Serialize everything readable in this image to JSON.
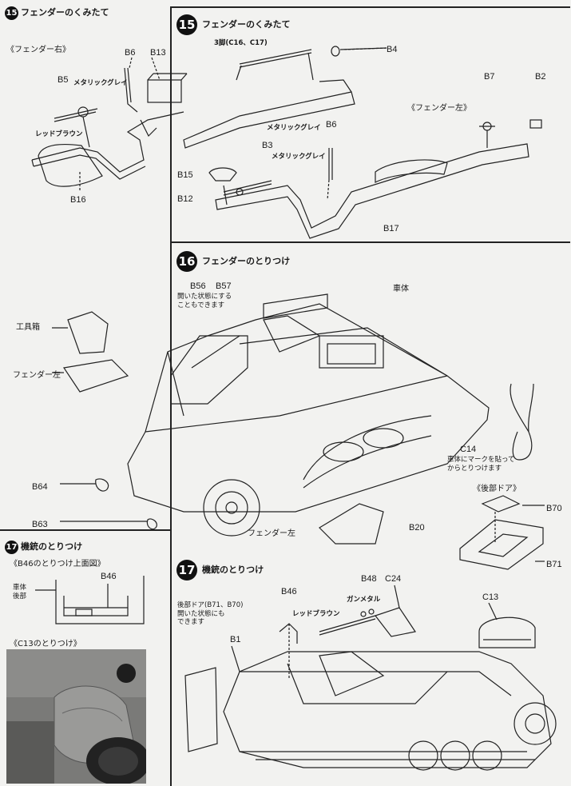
{
  "steps": {
    "s15": {
      "number": "15",
      "title": "フェンダーのくみたて",
      "sub_right_fender": "《フェンダー右》",
      "sub_left_fender": "《フェンダー左》",
      "note_c16_c17": "3脚(C16、C17)",
      "parts": {
        "b6_a": "B6",
        "b13": "B13",
        "b5": "B5",
        "b16": "B16",
        "b4": "B4",
        "b7": "B7",
        "b2": "B2",
        "b6_b": "B6",
        "b3": "B3",
        "b15": "B15",
        "b12": "B12",
        "b17": "B17"
      },
      "colors": {
        "metallic_grey_1": "メタリックグレイ",
        "red_brown_1": "レッドブラウン",
        "metallic_grey_2": "メタリックグレイ",
        "metallic_grey_3": "メタリックグレイ"
      }
    },
    "s16": {
      "number": "16",
      "title": "フェンダーのとりつけ",
      "labels": {
        "b56": "B56",
        "b57": "B57",
        "open_note": "開いた状態にする\nこともできます",
        "tool_box": "工具箱",
        "fender_left_1": "フェンダー左",
        "fender_left_2": "フェンダー左",
        "body": "車体",
        "c14": "C14",
        "c14_note": "車体にマークを貼って\nからとりつけます",
        "b64": "B64",
        "b63": "B63",
        "b20": "B20"
      },
      "rear_door": {
        "title": "《後部ドア》",
        "b70": "B70",
        "b71": "B71"
      }
    },
    "s17_left": {
      "number": "17",
      "title": "機銃のとりつけ",
      "sub_b46": "《B46のとりつけ上面図》",
      "b46": "B46",
      "body_rear": "車体\n後部",
      "sub_c13": "《C13のとりつけ》"
    },
    "s17_main": {
      "number": "17",
      "title": "機銃のとりつけ",
      "labels": {
        "b46": "B46",
        "b48": "B48",
        "c24": "C24",
        "c13": "C13",
        "b1": "B1",
        "red_brown": "レッドブラウン",
        "gunmetal": "ガンメタル",
        "rear_door_note": "後部ドア(B71、B70)\n開いた状態にも\nできます"
      }
    }
  }
}
